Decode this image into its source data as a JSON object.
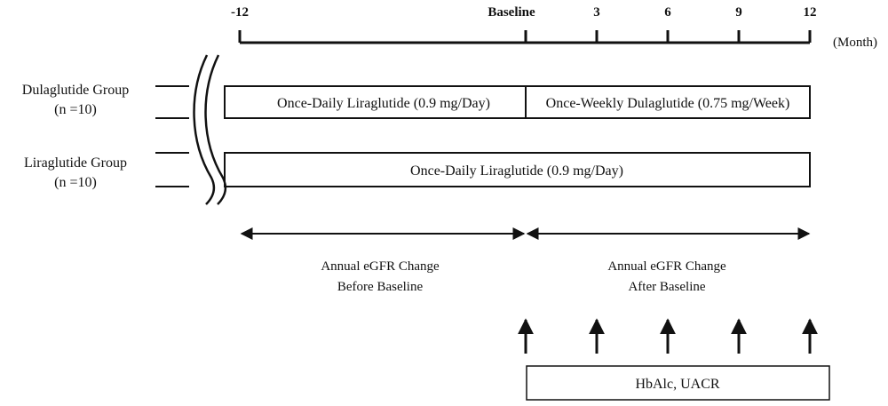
{
  "timeline": {
    "ticks": [
      {
        "month": -12,
        "label": "-12"
      },
      {
        "month": 0,
        "label": "Baseline"
      },
      {
        "month": 3,
        "label": "3"
      },
      {
        "month": 6,
        "label": "6"
      },
      {
        "month": 9,
        "label": "9"
      },
      {
        "month": 12,
        "label": "12"
      }
    ],
    "unit_label": "(Month)"
  },
  "groups": [
    {
      "name": "Dulaglutide Group",
      "n": "(n =10)",
      "segments": [
        {
          "from": -12,
          "to": 0,
          "label": "Once-Daily Liraglutide (0.9 mg/Day)"
        },
        {
          "from": 0,
          "to": 12,
          "label": "Once-Weekly Dulaglutide (0.75 mg/Week)"
        }
      ]
    },
    {
      "name": "Liraglutide Group",
      "n": "(n =10)",
      "segments": [
        {
          "from": -12,
          "to": 12,
          "label": "Once-Daily Liraglutide (0.9 mg/Day)"
        }
      ]
    }
  ],
  "periods": [
    {
      "from": -12,
      "to": 0,
      "line1": "Annual eGFR Change",
      "line2": "Before Baseline"
    },
    {
      "from": 0,
      "to": 12,
      "line1": "Annual eGFR Change",
      "line2": "After Baseline"
    }
  ],
  "measurements": {
    "months": [
      0,
      3,
      6,
      9,
      12
    ],
    "label": "HbAlc, UACR"
  }
}
